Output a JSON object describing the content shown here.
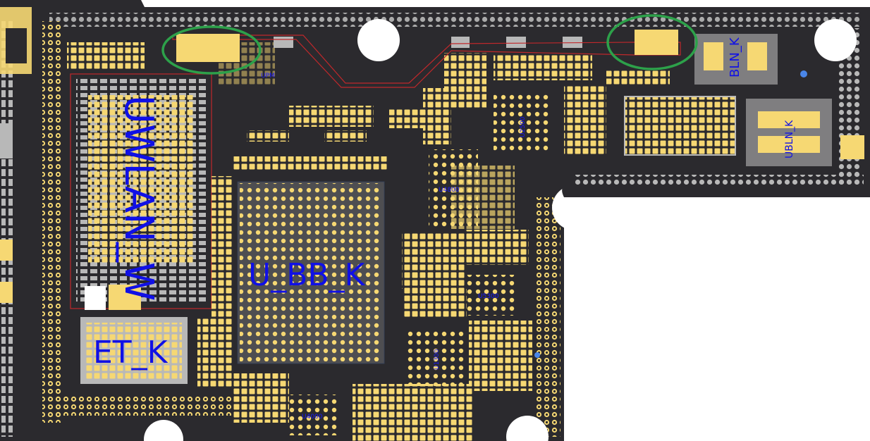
{
  "colors": {
    "board": "#2b2a2e",
    "pad": "#f6d873",
    "pad_edge": "#e9c65a",
    "via_grey": "#b8b8b8",
    "ball_blue": "#4a86e8",
    "outline_red": "#c0282b",
    "marker_green": "#2da14a",
    "label_blue": "#1010e6",
    "background": "#ffffff"
  },
  "board_labels": {
    "wlan": "UWLAN_W",
    "bb": "U_BB_K",
    "et": "ET_K",
    "bln": "BLN_K",
    "small_bln": "UBLN_K"
  },
  "small_labels": [
    "U2500",
    "U4800",
    "U1300",
    "U5300",
    "U4000",
    "UPM"
  ],
  "markers": [
    {
      "name": "top-left-circle",
      "shape": "ellipse"
    },
    {
      "name": "top-right-circle",
      "shape": "ellipse"
    }
  ]
}
